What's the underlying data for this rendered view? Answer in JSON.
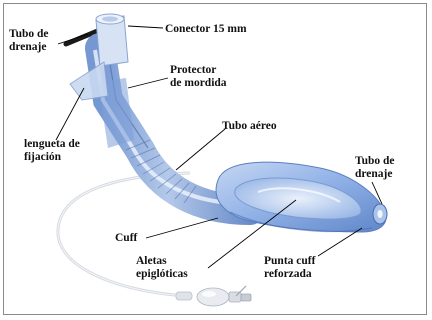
{
  "diagram": {
    "labels": {
      "tubo_drenaje_left": [
        "Tubo de",
        "drenaje"
      ],
      "conector": [
        "Conector 15 mm"
      ],
      "protector": [
        "Protector",
        "de mordida"
      ],
      "lengueta": [
        "lengueta de",
        "fijación"
      ],
      "tubo_aereo": [
        "Tubo aéreo"
      ],
      "tubo_drenaje_right": [
        "Tubo de",
        "drenaje"
      ],
      "cuff": [
        "Cuff"
      ],
      "aletas": [
        "Aletas",
        "epiglóticas"
      ],
      "punta": [
        "Punta cuff",
        "reforzada"
      ]
    },
    "colors": {
      "tube_blue": "#a9c4ea",
      "tube_dark": "#6f93cf",
      "cuff_blue": "#8fb0e6",
      "pilot_line": "#d9dde3",
      "drain_black": "#1a1a1a",
      "leader": "#000000"
    }
  }
}
